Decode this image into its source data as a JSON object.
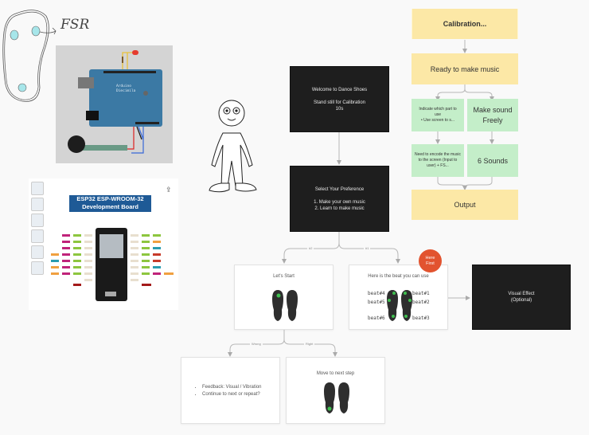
{
  "sketch": {
    "fsr_label": "FSR"
  },
  "esp32_card": {
    "title_line1": "ESP32 ESP-WROOM-32",
    "title_line2": "Development Board",
    "share_icon": "share-icon"
  },
  "flow": {
    "welcome": {
      "line1": "Welcome to Dance Shoes",
      "line2": "Stand still for Calibration",
      "line3": "10s"
    },
    "select": {
      "title": "Select Your Preference",
      "option1": "1.  Make your own music",
      "option2": "2.  Learn to make music"
    },
    "edge_2": "#2",
    "edge_1": "#1",
    "lets_start": {
      "title": "Let's Start"
    },
    "beats": {
      "title": "Here is the beat you can use",
      "left": [
        "beat#4",
        "beat#5",
        "beat#6"
      ],
      "right": [
        "beat#1",
        "beat#2",
        "beat#3"
      ]
    },
    "here_first": {
      "line1": "Here",
      "line2": "First"
    },
    "visual_effect": {
      "line1": "Visual Effect",
      "line2": "(Optional)"
    },
    "edge_wrong": "Wrong",
    "edge_right": "Right",
    "feedback": {
      "items": [
        "Feedback: Visual / Vibration",
        "Continue to next or repeat?"
      ]
    },
    "next_step": {
      "title": "Move to next step"
    }
  },
  "mini_flow": {
    "calibration": "Calibration...",
    "ready": "Ready to make music",
    "indicate": {
      "line1": "Indicate which part to",
      "line2": "use",
      "bullet": "Use screen to s..."
    },
    "make_sound": "Make sound Freely",
    "encode": "Need to encode the music to the screen (Input to user) + FS...",
    "six_sounds": "6 Sounds",
    "output": "Output"
  },
  "colors": {
    "sticky_yellow": "#fce8a6",
    "sticky_green": "#c4eec9",
    "dark_frame": "#1e1e1e",
    "accent_red": "#e2532f",
    "sensor_green": "#3fbf4f"
  }
}
